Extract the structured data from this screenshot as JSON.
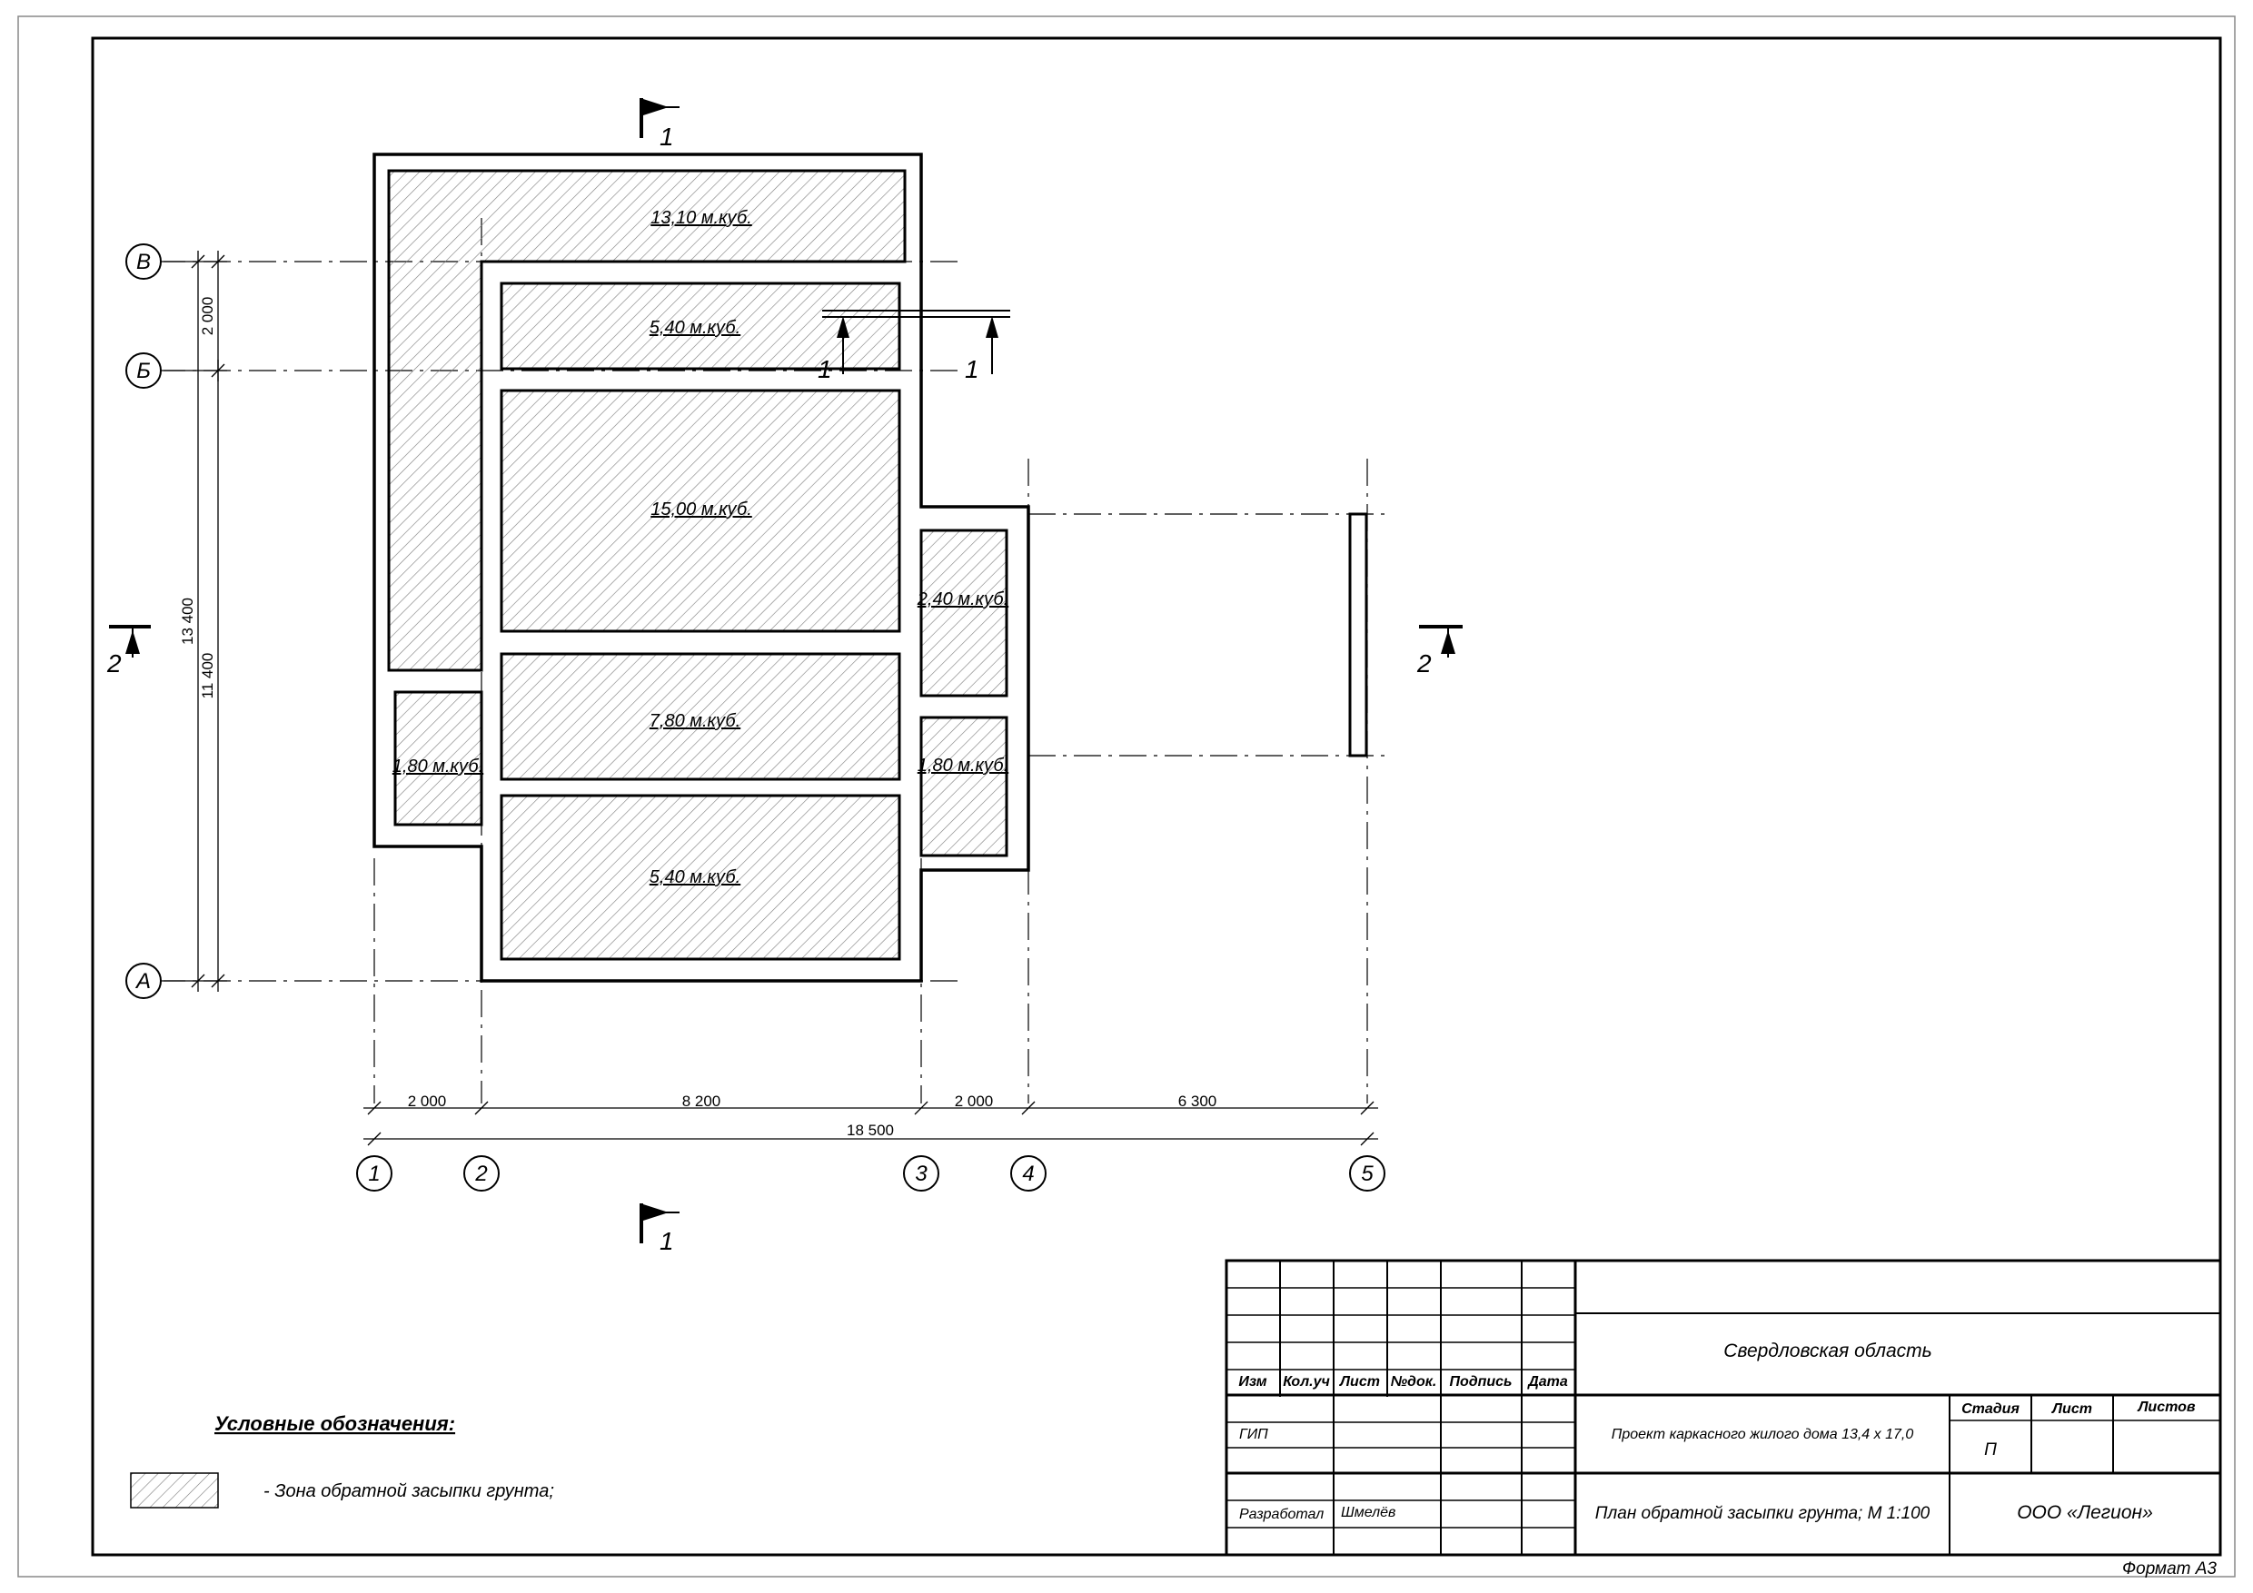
{
  "plan": {
    "zones": [
      {
        "id": "z1",
        "label": "13,10 м.куб."
      },
      {
        "id": "z2",
        "label": "5,40 м.куб."
      },
      {
        "id": "z3",
        "label": "15,00 м.куб."
      },
      {
        "id": "z4",
        "label": "7,80 м.куб."
      },
      {
        "id": "z5",
        "label": "5,40 м.куб."
      },
      {
        "id": "z6",
        "label": "1,80 м.куб."
      },
      {
        "id": "z7",
        "label": "2,40 м.куб."
      },
      {
        "id": "z8",
        "label": "1,80 м.куб."
      }
    ],
    "axes_letter": [
      "В",
      "Б",
      "А"
    ],
    "axes_number": [
      "1",
      "2",
      "3",
      "4",
      "5"
    ],
    "dims_horizontal": [
      "2 000",
      "8 200",
      "2 000",
      "6 300"
    ],
    "dim_total": "18 500",
    "dims_vertical": [
      "2 000",
      "13 400",
      "11 400"
    ],
    "section_labels": [
      "1",
      "1",
      "1",
      "1",
      "2",
      "2"
    ]
  },
  "legend": {
    "title": "Условные обозначения:",
    "item": "- Зона обратной засыпки грунта;"
  },
  "title_block": {
    "headers": [
      "Изм",
      "Кол.уч",
      "Лист",
      "№док.",
      "Подпись",
      "Дата"
    ],
    "region": "Свердловская область",
    "project": "Проект каркасного жилого дома 13,4 х 17,0",
    "sheet_title": "План обратной засыпки грунта; М 1:100",
    "stage_header": "Стадия",
    "sheet_header": "Лист",
    "sheets_header": "Листов",
    "stage_value": "П",
    "gip": "ГИП",
    "developed": "Разработал",
    "author": "Шмелёв",
    "company": "ООО «Легион»"
  },
  "format": "Формат А3"
}
